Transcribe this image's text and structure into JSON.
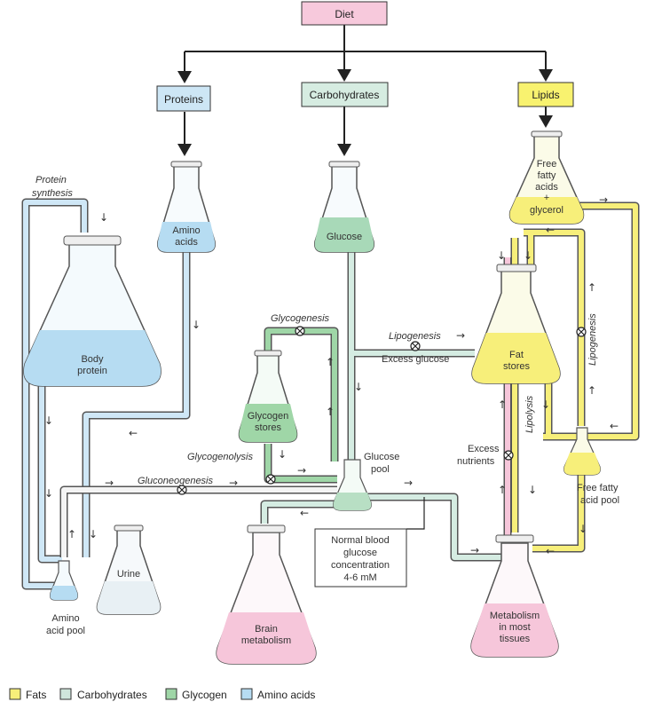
{
  "colors": {
    "fats": "#f7ef7a",
    "carbohydrates": "#cfe6dc",
    "glycogen": "#9fd6a7",
    "amino_acids": "#b6dcf2",
    "diet_box": "#f7c9dc",
    "metabolism": "#f6c6da"
  },
  "sources": {
    "diet": "Diet",
    "proteins": "Proteins",
    "carbohydrates": "Carbohydrates",
    "lipids": "Lipids"
  },
  "flasks": {
    "amino_acids": [
      "Amino",
      "acids"
    ],
    "glucose": "Glucose",
    "free_fatty_acids": [
      "Free",
      "fatty",
      "acids",
      "+",
      "glycerol"
    ],
    "body_protein": [
      "Body",
      "protein"
    ],
    "glycogen_stores": [
      "Glycogen",
      "stores"
    ],
    "fat_stores": [
      "Fat",
      "stores"
    ],
    "urine": "Urine",
    "brain": [
      "Brain",
      "metabolism"
    ],
    "metabolism_tissues": [
      "Metabolism",
      "in most",
      "tissues"
    ],
    "amino_acid_pool": [
      "Amino",
      "acid pool"
    ],
    "glucose_pool": [
      "Glucose",
      "pool"
    ],
    "ffa_pool": [
      "Free fatty",
      "acid pool"
    ]
  },
  "processes": {
    "protein_synthesis": [
      "Protein",
      "synthesis"
    ],
    "glycogenesis": "Glycogenesis",
    "glycogenolysis": "Glycogenolysis",
    "gluconeogenesis": "Gluconeogenesis",
    "lipogenesis_h": "Lipogenesis",
    "excess_glucose": "Excess glucose",
    "lipogenesis_v": "Lipogenesis",
    "lipolysis": "Lipolysis",
    "excess_nutrients": [
      "Excess",
      "nutrients"
    ]
  },
  "note": [
    "Normal blood",
    "glucose",
    "concentration",
    "4-6 mM"
  ],
  "legend": [
    {
      "label": "Fats",
      "color": "#f7ef7a"
    },
    {
      "label": "Carbohydrates",
      "color": "#cfe6dc"
    },
    {
      "label": "Glycogen",
      "color": "#9fd6a7"
    },
    {
      "label": "Amino acids",
      "color": "#b6dcf2"
    }
  ]
}
